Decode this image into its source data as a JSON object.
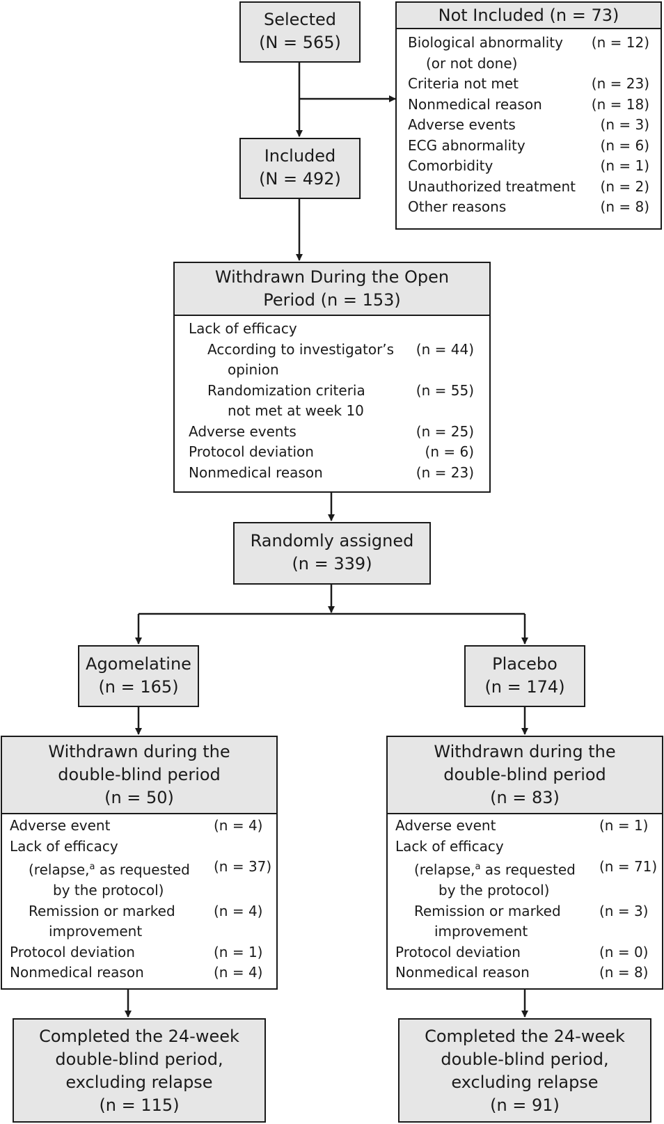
{
  "selected": {
    "line1": "Selected",
    "line2": "(N = 565)"
  },
  "not_included": {
    "title": "Not Included (n = 73)",
    "items": [
      {
        "label": "Biological abnormality",
        "count": "(n = 12)"
      },
      {
        "label": "(or not done)",
        "count": ""
      },
      {
        "label": "Criteria not met",
        "count": "(n = 23)"
      },
      {
        "label": "Nonmedical reason",
        "count": "(n = 18)"
      },
      {
        "label": "Adverse events",
        "count": "(n = 3)"
      },
      {
        "label": "ECG abnormality",
        "count": "(n = 6)"
      },
      {
        "label": "Comorbidity",
        "count": "(n = 1)"
      },
      {
        "label": "Unauthorized treatment",
        "count": "(n = 2)"
      },
      {
        "label": "Other reasons",
        "count": "(n = 8)"
      }
    ]
  },
  "included": {
    "line1": "Included",
    "line2": "(N = 492)"
  },
  "withdrawn_open": {
    "title_line1": "Withdrawn During the Open",
    "title_line2": "Period (n = 153)",
    "items": [
      {
        "label": "Lack of efficacy",
        "count": ""
      },
      {
        "label": "According to investigator’s",
        "count": "(n = 44)"
      },
      {
        "label": "opinion",
        "count": ""
      },
      {
        "label": "Randomization criteria",
        "count": "(n = 55)"
      },
      {
        "label": "not met at week 10",
        "count": ""
      },
      {
        "label": "Adverse events",
        "count": "(n = 25)"
      },
      {
        "label": "Protocol deviation",
        "count": "(n = 6)"
      },
      {
        "label": "Nonmedical reason",
        "count": "(n = 23)"
      }
    ]
  },
  "randomized": {
    "line1": "Randomly assigned",
    "line2": "(n = 339)"
  },
  "agomelatine": {
    "line1": "Agomelatine",
    "line2": "(n = 165)"
  },
  "placebo": {
    "line1": "Placebo",
    "line2": "(n = 174)"
  },
  "withdrawn_agomelatine": {
    "title_line1": "Withdrawn during the",
    "title_line2": "double-blind period",
    "title_line3": "(n = 50)",
    "items": [
      {
        "label": "Adverse event",
        "count": "(n = 4)"
      },
      {
        "label": "Lack of efficacy",
        "count": ""
      },
      {
        "label": "(relapse,",
        "sup": "a",
        "label_rest": " as requested",
        "count": "(n = 37)"
      },
      {
        "label": "by the protocol)",
        "count": ""
      },
      {
        "label": "Remission or marked",
        "count": "(n = 4)"
      },
      {
        "label": "improvement",
        "count": ""
      },
      {
        "label": "Protocol deviation",
        "count": "(n = 1)"
      },
      {
        "label": "Nonmedical reason",
        "count": "(n = 4)"
      }
    ]
  },
  "withdrawn_placebo": {
    "title_line1": "Withdrawn during the",
    "title_line2": "double-blind period",
    "title_line3": "(n = 83)",
    "items": [
      {
        "label": "Adverse event",
        "count": "(n = 1)"
      },
      {
        "label": "Lack of efficacy",
        "count": ""
      },
      {
        "label": "(relapse,",
        "sup": "a",
        "label_rest": " as requested",
        "count": "(n = 71)"
      },
      {
        "label": "by the protocol)",
        "count": ""
      },
      {
        "label": "Remission or marked",
        "count": "(n = 3)"
      },
      {
        "label": "improvement",
        "count": ""
      },
      {
        "label": "Protocol deviation",
        "count": "(n = 0)"
      },
      {
        "label": "Nonmedical reason",
        "count": "(n = 8)"
      }
    ]
  },
  "completed_agomelatine": {
    "line1": "Completed the 24-week",
    "line2": "double-blind period,",
    "line3": "excluding relapse",
    "line4": "(n = 115)"
  },
  "completed_placebo": {
    "line1": "Completed the 24-week",
    "line2": "double-blind period,",
    "line3": "excluding relapse",
    "line4": "(n = 91)"
  }
}
